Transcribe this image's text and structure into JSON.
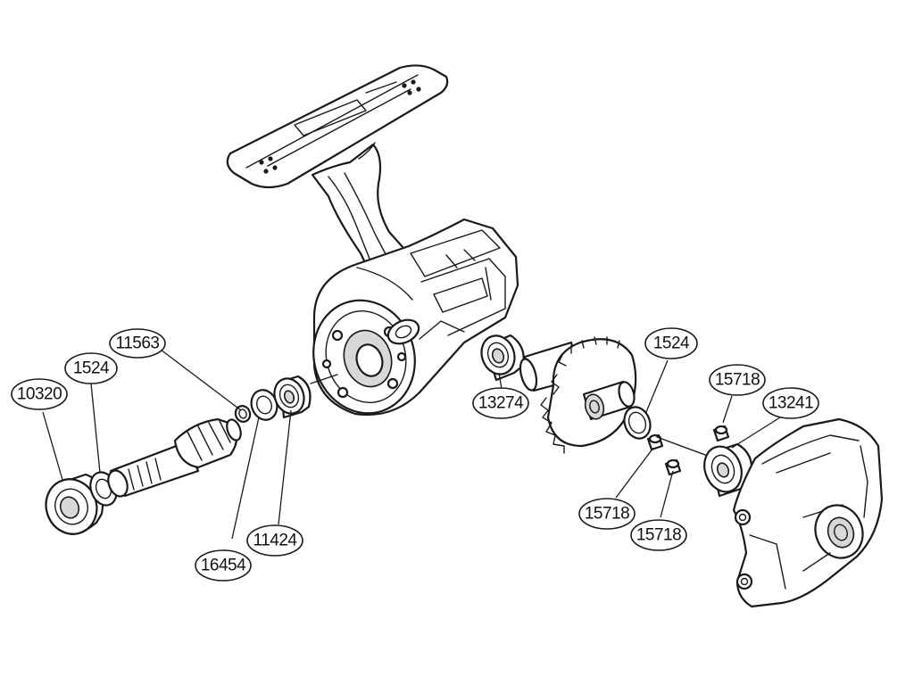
{
  "callouts": [
    {
      "id": "c-11563",
      "label": "11563"
    },
    {
      "id": "c-1524-left",
      "label": "1524"
    },
    {
      "id": "c-10320",
      "label": "10320"
    },
    {
      "id": "c-16454",
      "label": "16454"
    },
    {
      "id": "c-11424",
      "label": "11424"
    },
    {
      "id": "c-13274",
      "label": "13274"
    },
    {
      "id": "c-1524-right",
      "label": "1524"
    },
    {
      "id": "c-15718-top",
      "label": "15718"
    },
    {
      "id": "c-13241",
      "label": "13241"
    },
    {
      "id": "c-15718-mid",
      "label": "15718"
    },
    {
      "id": "c-15718-bottom",
      "label": "15718"
    }
  ]
}
